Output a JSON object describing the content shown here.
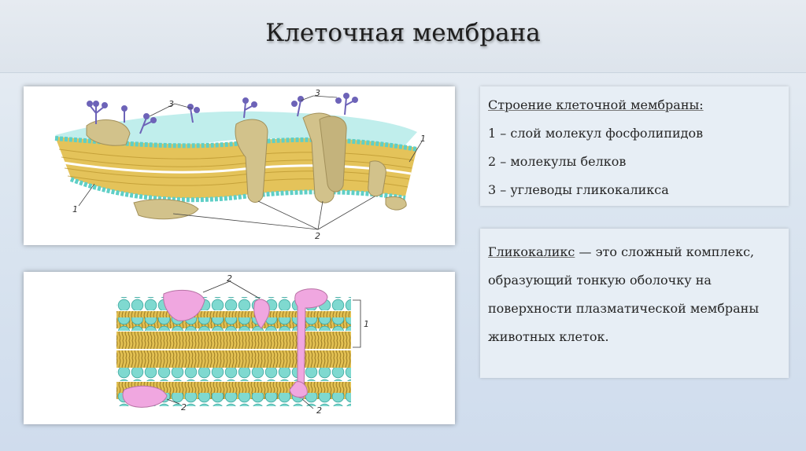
{
  "title": "Клеточная мембрана",
  "structure": {
    "heading": "Строение клеточной мембраны:",
    "items": [
      "1 – слой молекул фосфолипидов",
      "2 – молекулы белков",
      "3 – углеводы гликокаликса"
    ]
  },
  "definition": {
    "term": "Гликокаликс",
    "text": " — это сложный комплекс, образующий тонкую оболочку на поверхности плазматической мембраны животных клеток."
  },
  "figure1": {
    "labels": [
      "1",
      "1",
      "2",
      "3",
      "3"
    ]
  },
  "figure2": {
    "labels": [
      "2",
      "1",
      "2",
      "2"
    ]
  },
  "colors": {
    "phospholipid_head": "#7fd9d0",
    "lipid_tail": "#d8b84a",
    "protein_fig1": "#d2c28b",
    "glycocalyx": "#6d63b8",
    "protein_fig2": "#f0a7e0"
  }
}
